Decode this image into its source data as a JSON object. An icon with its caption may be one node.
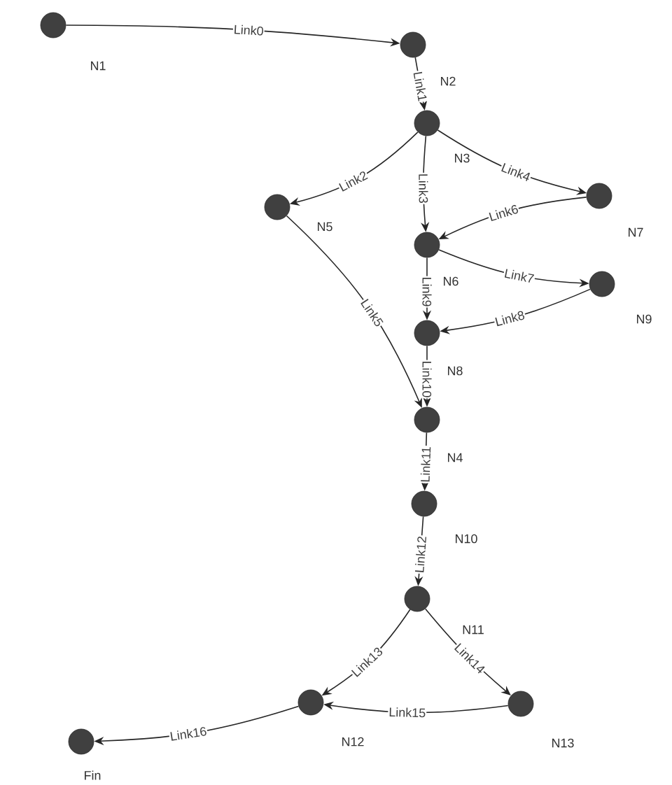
{
  "diagram": {
    "nodes": [
      {
        "text": [
          "N1"
        ]
      },
      {
        "text": [
          "N2"
        ]
      },
      {
        "text": [
          "N3"
        ]
      },
      {
        "text": [
          "N5"
        ]
      },
      {
        "text": [
          "N7"
        ]
      },
      {
        "text": [
          "N6"
        ]
      },
      {
        "text": [
          "N9"
        ]
      },
      {
        "text": [
          "N8"
        ]
      },
      {
        "text": [
          "N4"
        ]
      },
      {
        "text": [
          "N10"
        ]
      },
      {
        "text": [
          "N11"
        ]
      },
      {
        "text": [
          "N12"
        ]
      },
      {
        "text": [
          "N13"
        ]
      },
      {
        "text": [
          "Fin"
        ]
      }
    ],
    "edges": [
      {
        "from": 0,
        "to": 1,
        "arrow": "to",
        "label": "Link0"
      },
      {
        "from": 1,
        "to": 2,
        "arrow": "to",
        "label": "Link1"
      },
      {
        "from": 2,
        "to": 3,
        "arrow": "to",
        "label": "Link2"
      },
      {
        "from": 2,
        "to": 5,
        "arrow": "to",
        "label": "Link3"
      },
      {
        "from": 2,
        "to": 4,
        "arrow": "to",
        "label": "Link4"
      },
      {
        "from": 3,
        "to": 8,
        "arrow": "to",
        "label": "Link5"
      },
      {
        "from": 4,
        "to": 5,
        "arrow": "to",
        "label": "Link6"
      },
      {
        "from": 5,
        "to": 6,
        "arrow": "to",
        "label": "Link7"
      },
      {
        "from": 6,
        "to": 7,
        "arrow": "to",
        "label": "Link8"
      },
      {
        "from": 5,
        "to": 7,
        "arrow": "to",
        "label": "Link9"
      },
      {
        "from": 7,
        "to": 8,
        "arrow": "to",
        "label": "Link10"
      },
      {
        "from": 8,
        "to": 9,
        "arrow": "to",
        "label": "Link11"
      },
      {
        "from": 9,
        "to": 10,
        "arrow": "to",
        "label": "Link12"
      },
      {
        "from": 10,
        "to": 11,
        "arrow": "to",
        "label": "Link13"
      },
      {
        "from": 10,
        "to": 12,
        "arrow": "to",
        "label": "Link14"
      },
      {
        "from": 12,
        "to": 11,
        "arrow": "to",
        "label": "Link15"
      },
      {
        "from": 11,
        "to": 13,
        "arrow": "to",
        "label": "Link16"
      }
    ]
  }
}
